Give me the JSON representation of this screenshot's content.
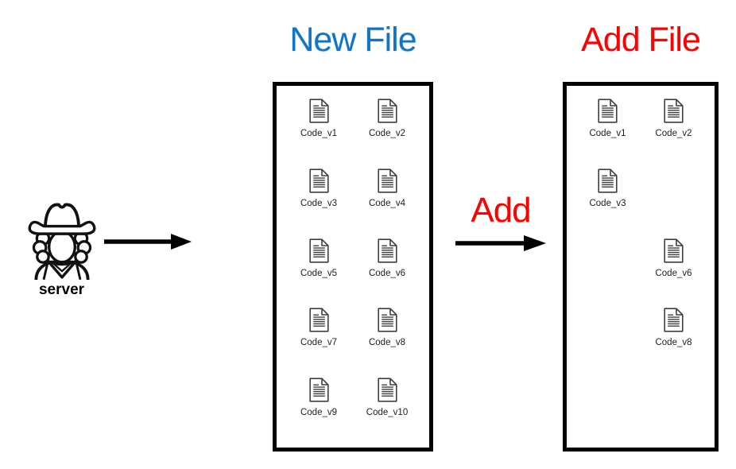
{
  "titles": {
    "new_file": {
      "label": "New File",
      "color": "#0d76c8"
    },
    "add_file": {
      "label": "Add File",
      "color": "#ff0000"
    }
  },
  "actor": {
    "label": "server",
    "icon": "cowboy-person-icon"
  },
  "action": {
    "label": "Add",
    "color": "#ff0000"
  },
  "arrows": {
    "color": "#000000"
  },
  "new_file_box": {
    "files": [
      {
        "label": "Code_v1",
        "row": 1,
        "col": 1
      },
      {
        "label": "Code_v2",
        "row": 1,
        "col": 2
      },
      {
        "label": "Code_v3",
        "row": 2,
        "col": 1
      },
      {
        "label": "Code_v4",
        "row": 2,
        "col": 2
      },
      {
        "label": "Code_v5",
        "row": 3,
        "col": 1
      },
      {
        "label": "Code_v6",
        "row": 3,
        "col": 2
      },
      {
        "label": "Code_v7",
        "row": 4,
        "col": 1
      },
      {
        "label": "Code_v8",
        "row": 4,
        "col": 2
      },
      {
        "label": "Code_v9",
        "row": 5,
        "col": 1
      },
      {
        "label": "Code_v10",
        "row": 5,
        "col": 2
      }
    ]
  },
  "add_file_box": {
    "files": [
      {
        "label": "Code_v1",
        "row": 1,
        "col": 1
      },
      {
        "label": "Code_v2",
        "row": 1,
        "col": 2
      },
      {
        "label": "Code_v3",
        "row": 2,
        "col": 1
      },
      {
        "label": "Code_v6",
        "row": 3,
        "col": 2
      },
      {
        "label": "Code_v8",
        "row": 4,
        "col": 2
      }
    ]
  }
}
